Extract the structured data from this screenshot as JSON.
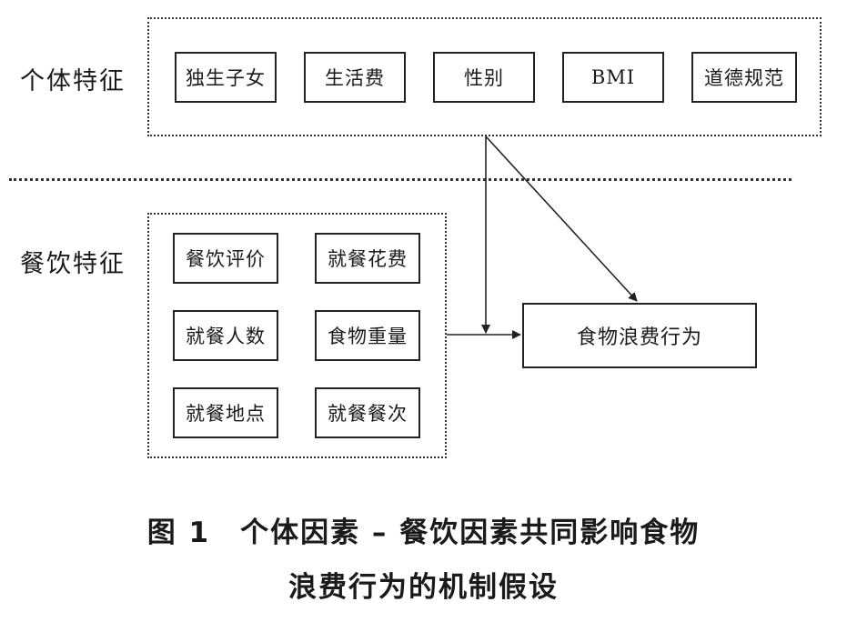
{
  "individual": {
    "label": "个体特征",
    "items": [
      "独生子女",
      "生活费",
      "性别",
      "BMI",
      "道德规范"
    ]
  },
  "dining": {
    "label": "餐饮特征",
    "items": [
      "餐饮评价",
      "就餐花费",
      "就餐人数",
      "食物重量",
      "就餐地点",
      "就餐餐次"
    ]
  },
  "outcome": "食物浪费行为",
  "caption": {
    "line1": "图 1　个体因素 – 餐饮因素共同影响食物",
    "line2": "浪费行为的机制假设"
  }
}
